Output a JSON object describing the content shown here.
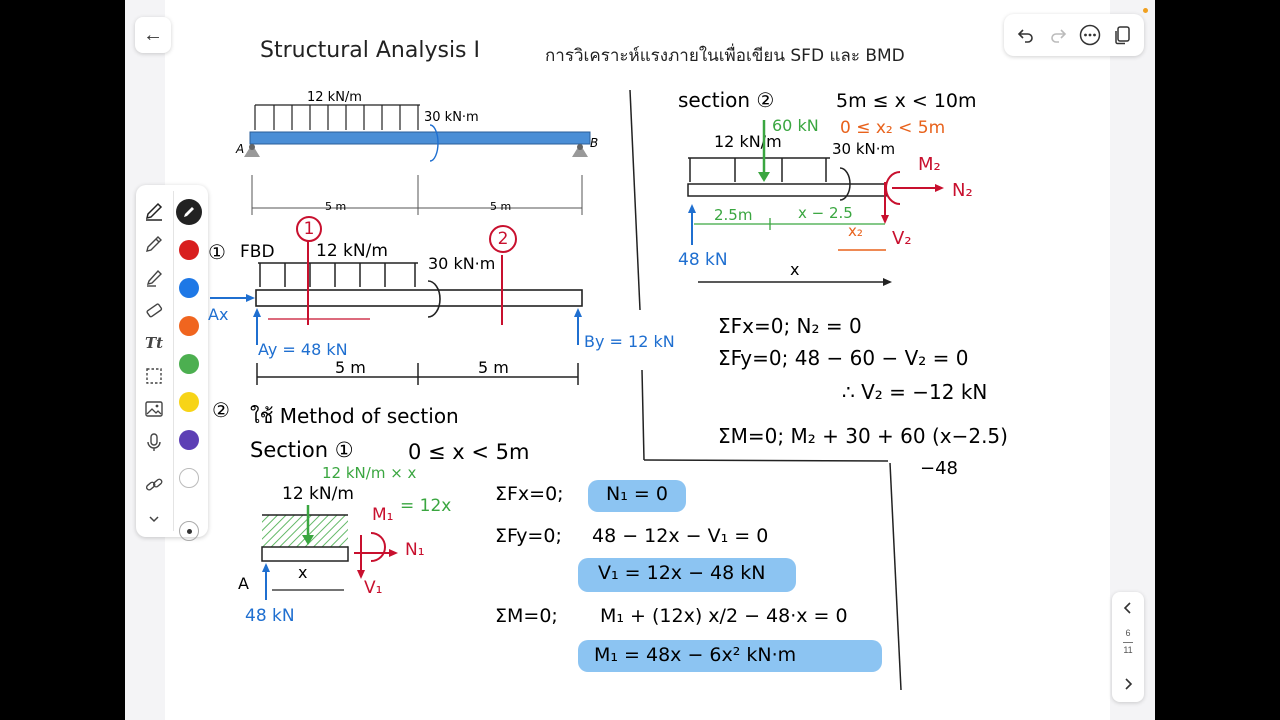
{
  "toolbar": {
    "back_label": "←",
    "colors": [
      "#d81e1e",
      "#1e78e6",
      "#f0651f",
      "#4caf50",
      "#f7d417",
      "#5d3fb5",
      "#ffffff"
    ]
  },
  "pager": {
    "current": "6",
    "total": "11"
  },
  "note": {
    "title": "Structural Analysis I",
    "title_thai": "การวิเคราะห์แรงภายในเพื่อเขียน SFD และ BMD",
    "beam": {
      "load": "12 kN/m",
      "moment": "30 kN·m",
      "support_a": "A",
      "support_b": "B",
      "span1": "5 m",
      "span2": "5 m"
    },
    "fbd": {
      "step": "①",
      "label": "FBD",
      "load": "12 kN/m",
      "moment": "30 kN·m",
      "cut1": "1",
      "cut2": "2",
      "ax": "Ax",
      "ay": "Ay = 48 kN",
      "by": "By = 12 kN",
      "span1": "5 m",
      "span2": "5 m"
    },
    "method": {
      "step": "②",
      "label": "ใช้ Method of section"
    },
    "section1": {
      "title": "Section ①",
      "range": "0 ≤ x < 5m",
      "resultant": "12 kN/m × x",
      "resultant2": "= 12x",
      "load": "12 kN/m",
      "m1": "M₁",
      "n1": "N₁",
      "v1": "V₁",
      "a": "A",
      "x": "x",
      "reaction": "48 kN",
      "eq1_lhs": "ΣFx=0;",
      "eq1_rhs": "N₁ = 0",
      "eq2_lhs": "ΣFy=0;",
      "eq2_rhs": "48 − 12x − V₁ = 0",
      "eq2_result": "V₁ = 12x − 48 kN",
      "eq3_lhs": "ΣM=0;",
      "eq3_rhs": "M₁ + (12x) x/2 − 48·x = 0",
      "eq3_result": "M₁ = 48x − 6x² kN·m"
    },
    "section2": {
      "title": "section ②",
      "range": "5m ≤ x < 10m",
      "range2": "0 ≤ x₂ < 5m",
      "load": "12 kN/m",
      "resultant": "60 kN",
      "moment": "30 kN·m",
      "m2": "M₂",
      "n2": "N₂",
      "v2": "V₂",
      "dim1": "2.5m",
      "dim2": "x − 2.5",
      "x2": "x₂",
      "reaction": "48 kN",
      "x": "x",
      "eq1": "ΣFx=0;   N₂ = 0",
      "eq2": "ΣFy=0;  48 − 60 − V₂ = 0",
      "eq2_result": "∴ V₂ = −12 kN",
      "eq3": "ΣM=0;  M₂ + 30 + 60 (x−2.5)",
      "eq3_cont": "−48"
    }
  }
}
